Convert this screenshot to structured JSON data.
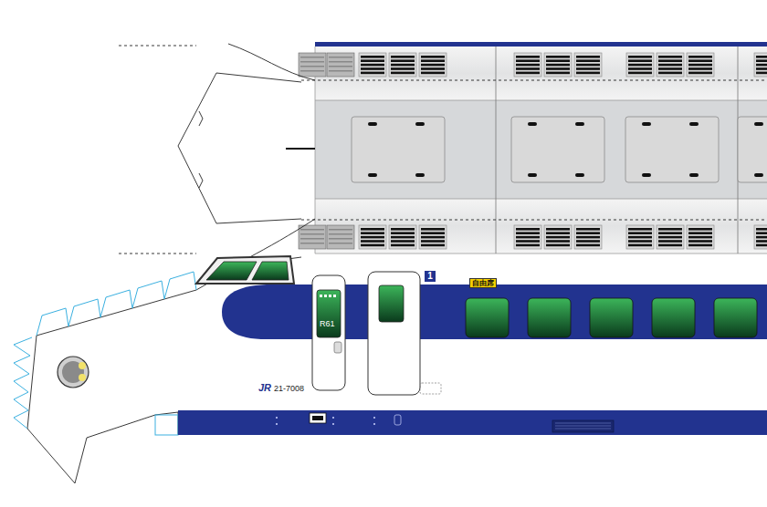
{
  "diagram": {
    "nodes": [
      {
        "text": [
          "1"
        ]
      },
      {
        "text": [
          "自由席"
        ]
      }
    ],
    "labels": [
      "R61",
      "JR",
      "21-7008"
    ]
  }
}
